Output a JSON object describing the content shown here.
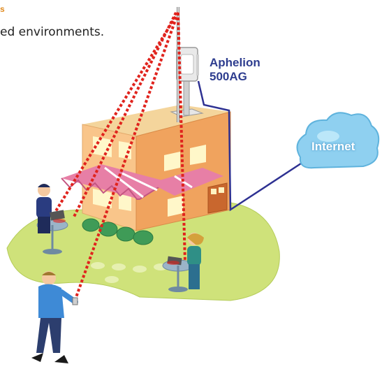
{
  "top_accent": "s",
  "top_text": "ed environments.",
  "device": {
    "line1": "Aphelion",
    "line2": "500AG"
  },
  "cloud": {
    "label": "Internet"
  },
  "colors": {
    "signal": "#e0231d",
    "cable": "#2e3192",
    "label": "#2e3d8f",
    "lawn": "#cfe27a",
    "wall_light": "#f9c58a",
    "wall_dark": "#f0a35e",
    "awning": "#e77fa6",
    "cloud": "#8fd0f0"
  },
  "icons": [
    "tower-icon",
    "antenna-icon",
    "building-icon",
    "cloud-icon",
    "laptop-user-icon",
    "phone-user-icon"
  ]
}
